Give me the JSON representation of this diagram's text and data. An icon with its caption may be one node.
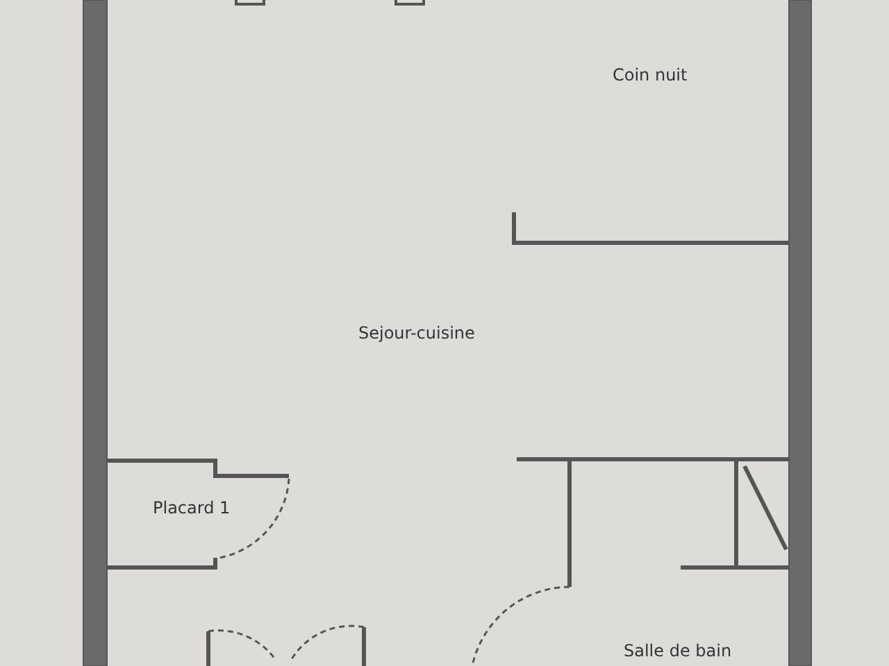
{
  "diagram": {
    "labels": [
      "Coin nuit",
      "Sejour-cuisine",
      "Placard 1",
      "Salle de bain"
    ]
  }
}
